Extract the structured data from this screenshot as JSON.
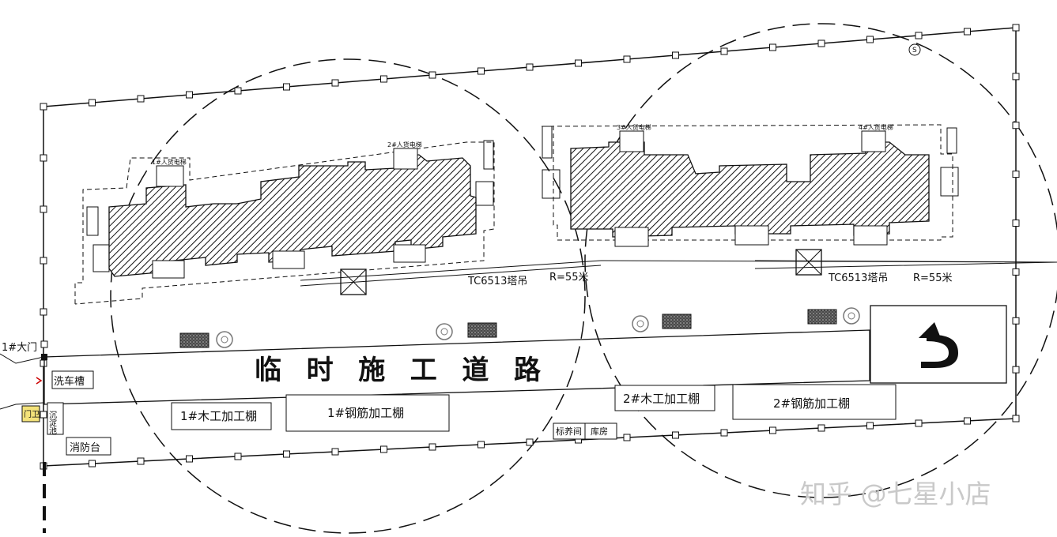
{
  "road": {
    "label": "临 时 施 工 道 路"
  },
  "cranes": [
    {
      "name": "TC6513塔吊",
      "radius": "R=55米"
    },
    {
      "name": "TC6513塔吊",
      "radius": "R=55米"
    }
  ],
  "gates": {
    "main_gate": "1#大门",
    "guard": "门卫"
  },
  "facilities": {
    "wash": "洗车槽",
    "wash_pool": "沉淀池",
    "fire": "消防台",
    "wood_shed_1": "1#木工加工棚",
    "rebar_shed_1": "1#钢筋加工棚",
    "wood_shed_2": "2#木工加工棚",
    "rebar_shed_2": "2#钢筋加工棚",
    "curing_room": "标养间",
    "storage": "库房"
  },
  "hoists": [
    "1#人货电梯",
    "2#人货电梯",
    "3#人货电梯",
    "4#人货电梯"
  ],
  "marker": "S",
  "watermark": "知乎 @七星小店"
}
